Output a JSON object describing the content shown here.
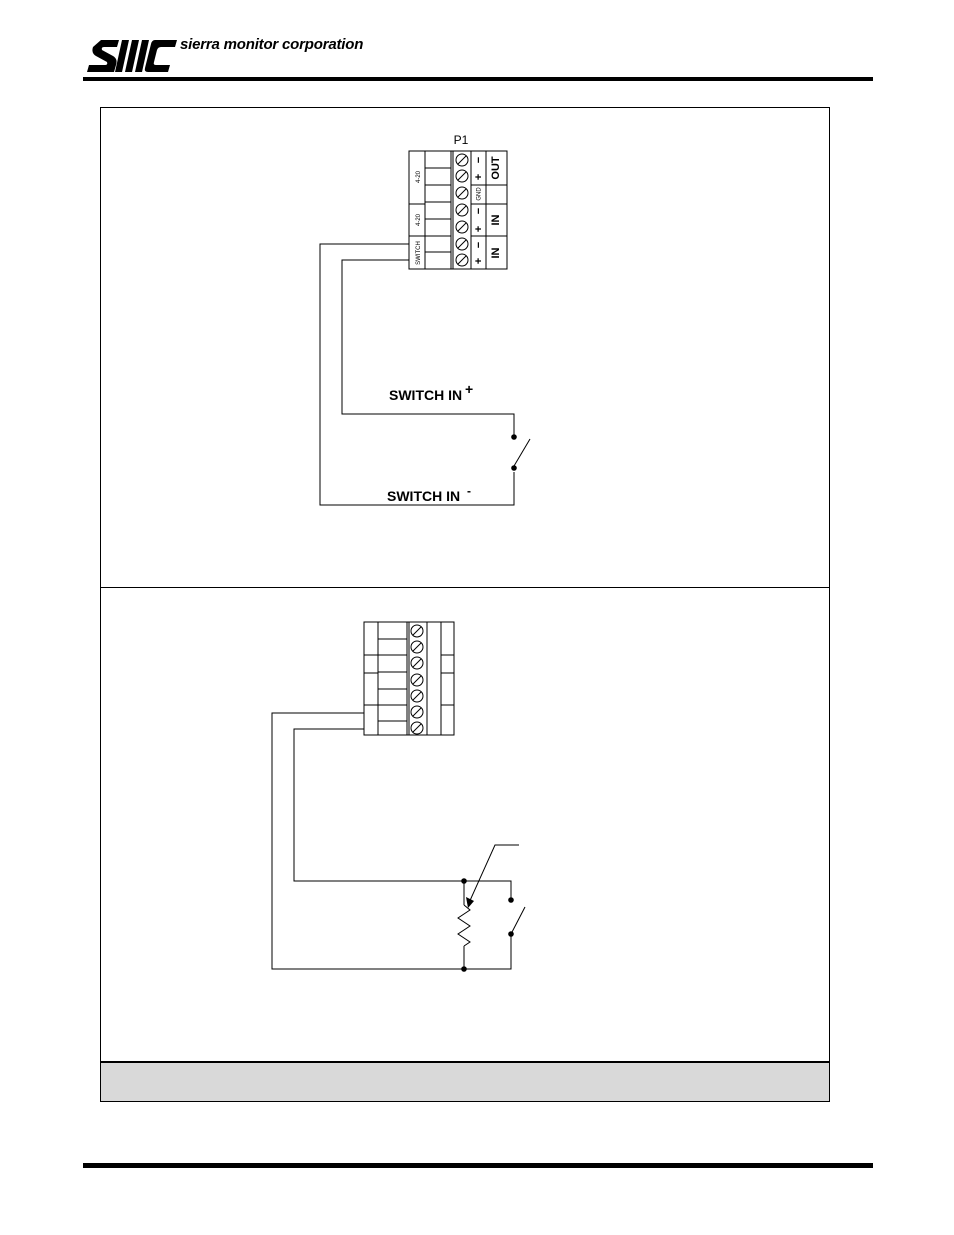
{
  "header": {
    "logo_text": "SMC",
    "company_name": "sierra monitor corporation"
  },
  "panel_top": {
    "connector_label": "P1",
    "left_labels": [
      "4-20",
      "4-20",
      "SWITCH"
    ],
    "polarity_labels": [
      "−",
      "+",
      "GND",
      "−",
      "+",
      "−",
      "+"
    ],
    "group_labels": [
      "OUT",
      "IN",
      "IN"
    ],
    "switch_in_plus": "SWITCH IN",
    "switch_in_plus_sup": "+",
    "switch_in_minus": "SWITCH IN",
    "switch_in_minus_sup": "-"
  },
  "caption": {
    "text": ""
  },
  "colors": {
    "line": "#000000",
    "caption_bg": "#d9d9d9"
  }
}
